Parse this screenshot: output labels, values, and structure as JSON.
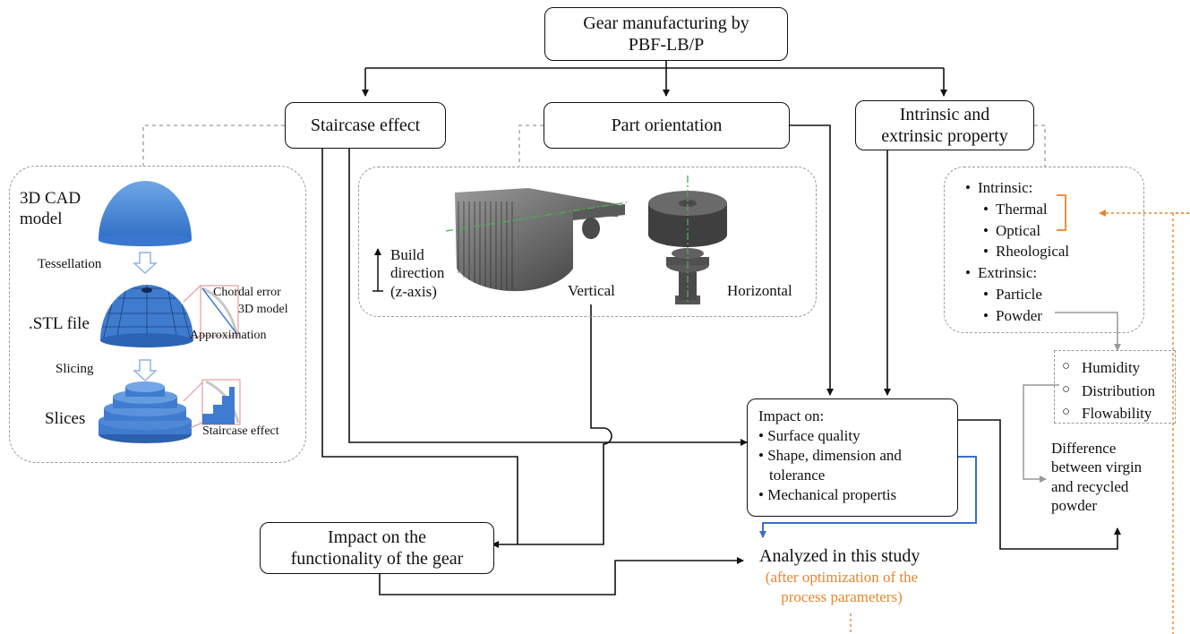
{
  "title_box": [
    "Gear manufacturing by",
    "PBF-LB/P"
  ],
  "staircase_box": "Staircase effect",
  "orientation_box": "Part orientation",
  "property_box": [
    "Intrinsic and",
    "extrinsic property"
  ],
  "cad_panel": {
    "cad_label": [
      "3D CAD",
      "model"
    ],
    "tessellation": "Tessellation",
    "stl_label": ".STL file",
    "chordal_error": "Chordal error",
    "model_3d": "3D model",
    "approximation": "Approximation",
    "slicing": "Slicing",
    "slices": "Slices",
    "staircase_effect": "Staircase effect"
  },
  "orientation_panel": {
    "build_dir": [
      "Build",
      "direction",
      "(z-axis)"
    ],
    "vertical": "Vertical",
    "horizontal": "Horizontal"
  },
  "property_panel": {
    "intrinsic": "Intrinsic:",
    "intrinsic_items": [
      "Thermal",
      "Optical",
      "Rheological"
    ],
    "extrinsic": "Extrinsic:",
    "extrinsic_items": [
      "Particle",
      "Powder"
    ]
  },
  "powder_box": [
    "Humidity",
    "Distribution",
    "Flowability"
  ],
  "difference_text": [
    "Difference",
    "between virgin",
    "and recycled",
    "powder"
  ],
  "impact_box": {
    "heading": "Impact on:",
    "items": [
      "Surface quality",
      "Shape, dimension and",
      "tolerance",
      "Mechanical propertis"
    ]
  },
  "functionality_box": [
    "Impact on the",
    "functionality of the gear"
  ],
  "analyzed": "Analyzed in this study",
  "analyzed_note": [
    "(after optimization of the",
    "process parameters)"
  ],
  "colors": {
    "orange": "#e8852e",
    "blue": "#3b6fc4",
    "dash_gray": "#9a9a9a"
  }
}
